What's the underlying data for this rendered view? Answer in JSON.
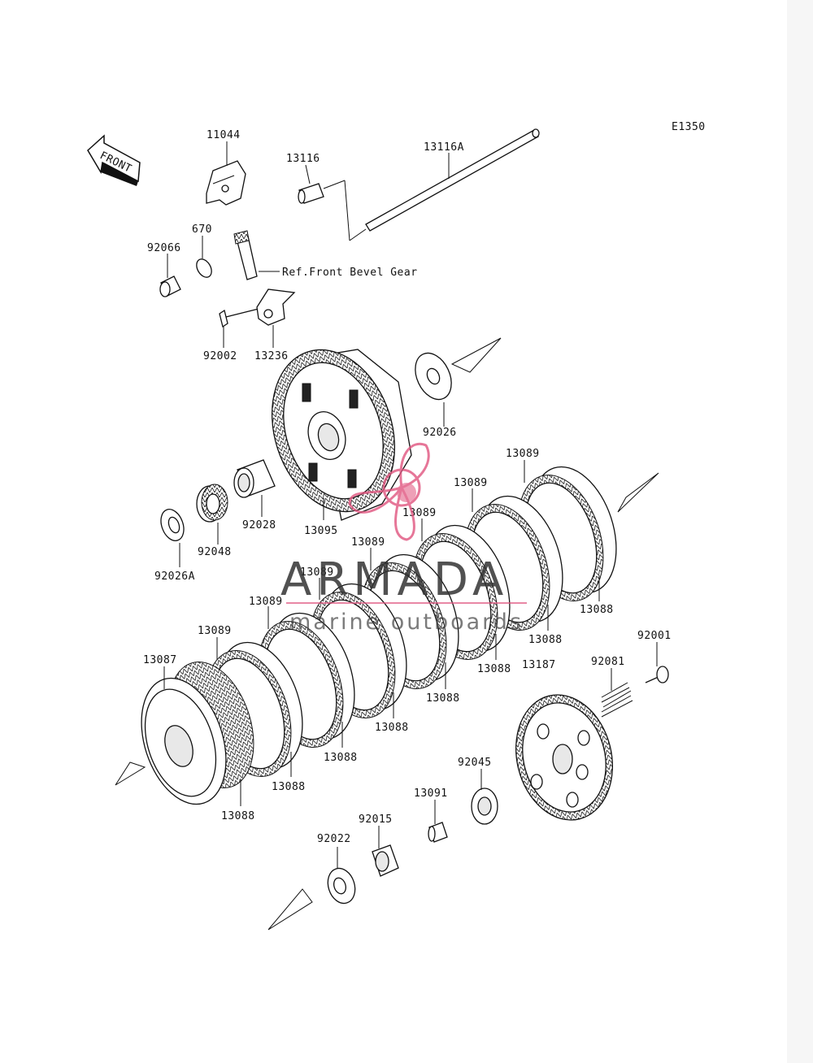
{
  "diagram_code": "E1350",
  "front_arrow_label": "FRONT",
  "reference_note": "Ref.Front Bevel Gear",
  "watermark": {
    "brand": "ARMADA",
    "tagline": "marine outboards",
    "color": "#e0557f"
  },
  "labels": {
    "p11044": "11044",
    "p13116": "13116",
    "p13116A": "13116A",
    "p670": "670",
    "p92066": "92066",
    "p92002": "92002",
    "p13236": "13236",
    "p92026": "92026",
    "p13095": "13095",
    "p92028": "92028",
    "p92048": "92048",
    "p92026A": "92026A",
    "p13087": "13087",
    "p13187": "13187",
    "p92001": "92001",
    "p92081": "92081",
    "p92045": "92045",
    "p13091": "13091",
    "p92015": "92015",
    "p92022": "92022",
    "p13089": "13089",
    "p13088": "13088"
  }
}
